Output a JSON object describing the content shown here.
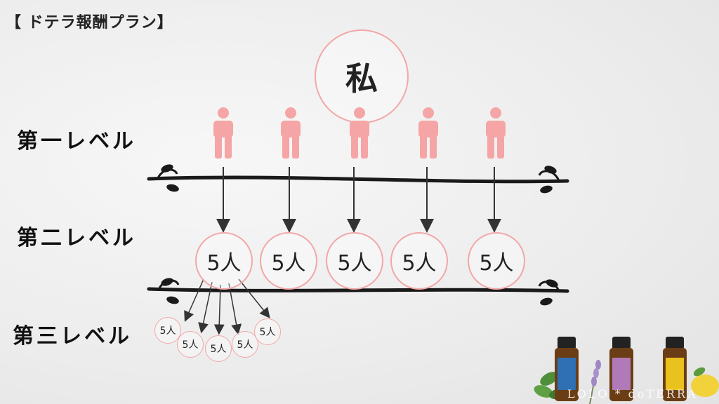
{
  "title": "【 ドテラ報酬プラン】",
  "root": {
    "label": "私"
  },
  "levels": [
    {
      "label": "第一レベル"
    },
    {
      "label": "第二レベル"
    },
    {
      "label": "第三レベル"
    }
  ],
  "level2_nodes": [
    "5人",
    "5人",
    "5人",
    "5人",
    "5人"
  ],
  "level3_nodes": [
    "5人",
    "5人",
    "5人",
    "5人",
    "5人"
  ],
  "watermark": "LOLO * doTERRA",
  "colors": {
    "person": "#f5a5a5",
    "circle_border": "#f2a7a7",
    "arrow": "#333333",
    "divider": "#1a1a1a"
  },
  "icons": [
    "person-icon",
    "arrow-down-icon",
    "divider-line",
    "essential-oil-bottle-icon"
  ]
}
